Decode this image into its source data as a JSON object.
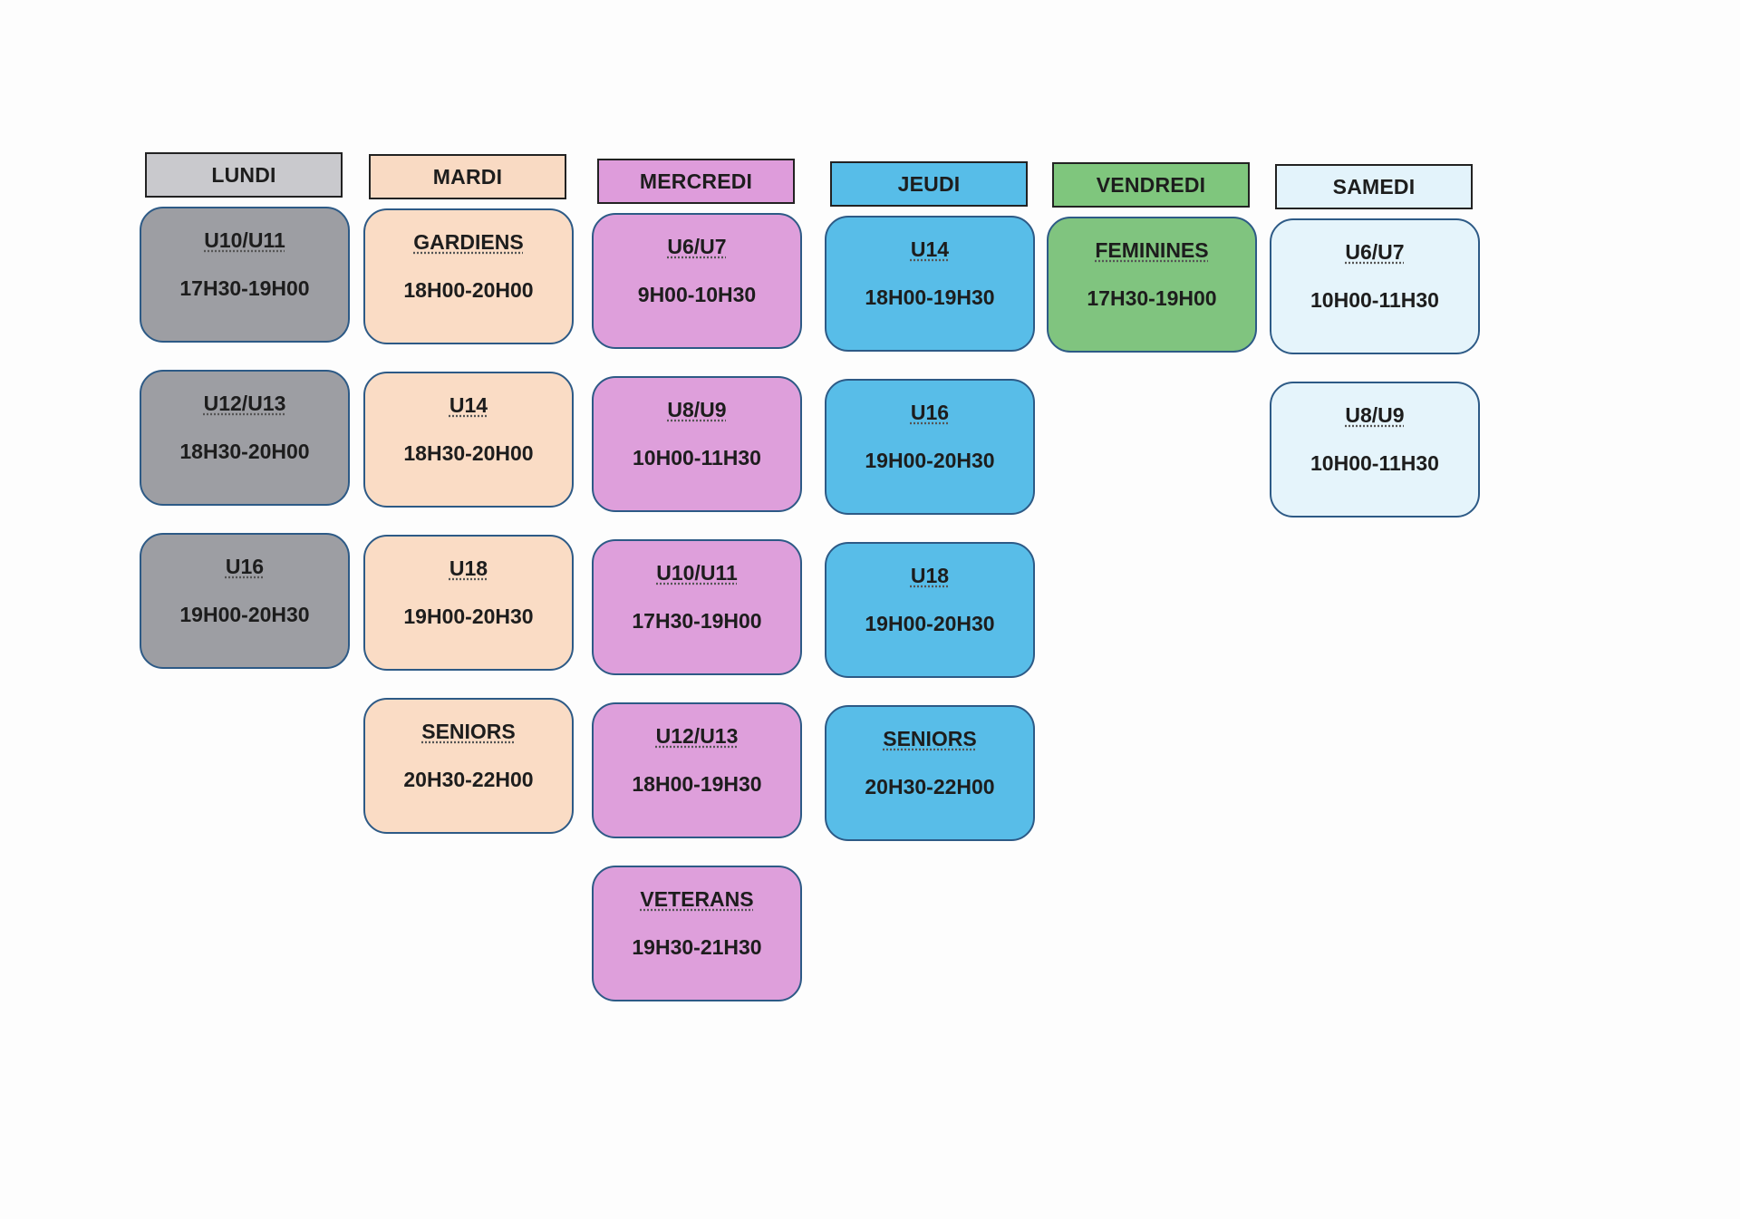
{
  "days": [
    {
      "name": "LUNDI",
      "sessions": [
        {
          "team": "U10/U11",
          "time": "17H30-19H00"
        },
        {
          "team": "U12/U13",
          "time": "18H30-20H00"
        },
        {
          "team": "U16",
          "time": "19H00-20H30"
        }
      ]
    },
    {
      "name": "MARDI",
      "sessions": [
        {
          "team": "GARDIENS",
          "time": "18H00-20H00"
        },
        {
          "team": "U14",
          "time": "18H30-20H00"
        },
        {
          "team": "U18",
          "time": "19H00-20H30"
        },
        {
          "team": "SENIORS",
          "time": "20H30-22H00"
        }
      ]
    },
    {
      "name": "MERCREDI",
      "sessions": [
        {
          "team": "U6/U7",
          "time": "9H00-10H30"
        },
        {
          "team": "U8/U9",
          "time": "10H00-11H30"
        },
        {
          "team": "U10/U11",
          "time": "17H30-19H00"
        },
        {
          "team": "U12/U13",
          "time": "18H00-19H30"
        },
        {
          "team": "VETERANS",
          "time": "19H30-21H30"
        }
      ]
    },
    {
      "name": "JEUDI",
      "sessions": [
        {
          "team": "U14",
          "time": "18H00-19H30"
        },
        {
          "team": "U16",
          "time": "19H00-20H30"
        },
        {
          "team": "U18",
          "time": "19H00-20H30"
        },
        {
          "team": "SENIORS",
          "time": "20H30-22H00"
        }
      ]
    },
    {
      "name": "VENDREDI",
      "sessions": [
        {
          "team": "FEMININES",
          "time": "17H30-19H00"
        }
      ]
    },
    {
      "name": "SAMEDI",
      "sessions": [
        {
          "team": "U6/U7",
          "time": "10H00-11H30"
        },
        {
          "team": "U8/U9",
          "time": "10H00-11H30"
        }
      ]
    }
  ],
  "colors": {
    "lundi": "#9d9ea3",
    "mardi": "#fadcc5",
    "mercredi": "#de9fdb",
    "jeudi": "#58bde8",
    "vendredi": "#80c47f",
    "samedi": "#e5f4fb",
    "border": "#2d5a86"
  }
}
